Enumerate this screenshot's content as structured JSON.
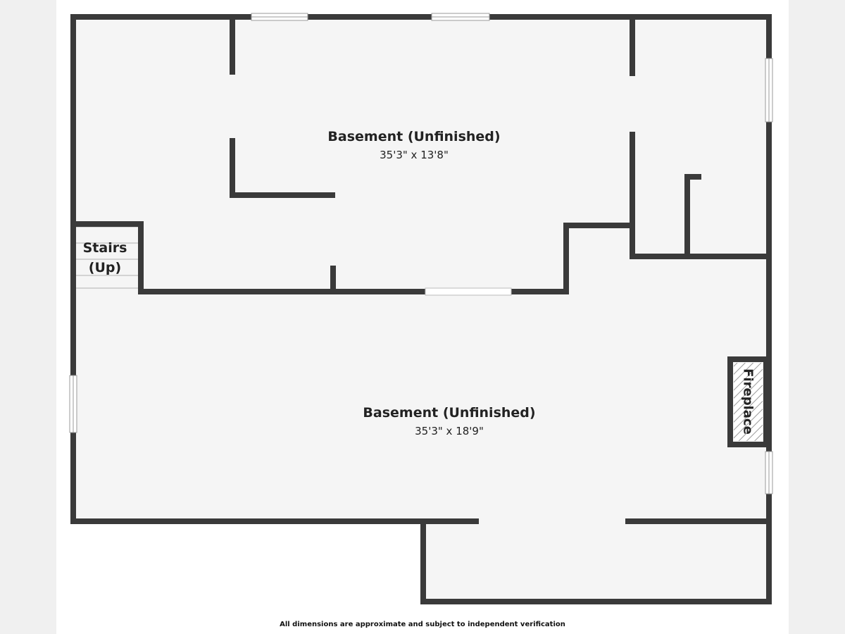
{
  "rooms": {
    "upper": {
      "name": "Basement (Unfinished)",
      "dimensions": "35'3\" x 13'8\""
    },
    "lower": {
      "name": "Basement (Unfinished)",
      "dimensions": "35'3\" x 18'9\""
    },
    "stairs": {
      "line1": "Stairs",
      "line2": "(Up)"
    },
    "fireplace": {
      "label": "Fireplace"
    }
  },
  "footnote": "All dimensions are approximate and subject to independent verification",
  "colors": {
    "wall": "#3a3a3a",
    "floor": "#f5f5f5",
    "text": "#222222",
    "background": "#ffffff"
  }
}
